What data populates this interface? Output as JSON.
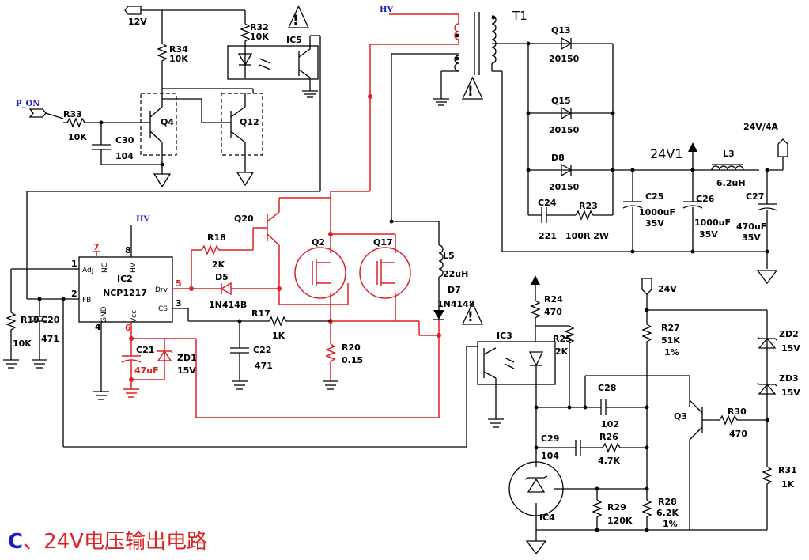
{
  "caption": {
    "letter": "C",
    "text": "、24V电压输出电路"
  },
  "labels": {
    "v12": "12V",
    "p_on": "P_ON",
    "hv_top": "HV",
    "hv_mid": "HV",
    "r32": "R32",
    "r32v": "10K",
    "ic5": "IC5",
    "r34": "R34",
    "r34v": "10K",
    "r33": "R33",
    "r33v": "10K",
    "c30": "C30",
    "c30v": "104",
    "q4": "Q4",
    "q12": "Q12",
    "t1": "T1",
    "q13": "Q13",
    "q13v": "20150",
    "q15": "Q15",
    "q15v": "20150",
    "d8": "D8",
    "d8v": "20150",
    "c24": "C24",
    "c24v": "221",
    "r23": "R23",
    "r23v": "100R 2W",
    "v24v1": "24V1",
    "l3": "L3",
    "l3v": "6.2uH",
    "v24_4a": "24V/4A",
    "c25": "C25",
    "c25v": "1000uF",
    "c25w": "35V",
    "c26": "C26",
    "c26v": "1000uF",
    "c26w": "35V",
    "c27": "C27",
    "c27v": "470uF",
    "c27w": "35V",
    "q20": "Q20",
    "r18": "R18",
    "r18v": "2K",
    "d5": "D5",
    "d5v": "1N414B",
    "q2": "Q2",
    "q17": "Q17",
    "l5": "L5",
    "l5v": "22uH",
    "d7": "D7",
    "d7v": "1N4148",
    "ic2": "IC2",
    "ic2v": "NCP1217",
    "pin1": "1",
    "pin2": "2",
    "pin3": "3",
    "pin4": "4",
    "pin5": "5",
    "pin6": "6",
    "pin7": "7",
    "pin8": "8",
    "adj": "Adj",
    "fb": "FB",
    "nc": "NC",
    "hvpin": "HV",
    "gnd": "GND",
    "vcc": "Vcc",
    "drv": "Drv",
    "cs": "CS",
    "r19": "R19",
    "r19v": "10K",
    "c20": "C20",
    "c20v": "471",
    "c21": "C21",
    "c21v": "47uF",
    "zd1": "ZD1",
    "zd1v": "15V",
    "r17": "R17",
    "r17v": "1K",
    "c22": "C22",
    "c22v": "471",
    "r20": "R20",
    "r20v": "0.15",
    "r24": "R24",
    "r24v": "470",
    "ic3": "IC3",
    "r25": "R25",
    "r25v": "2K",
    "c28": "C28",
    "c28v": "102",
    "c29": "C29",
    "c29v": "104",
    "r26": "R26",
    "r26v": "4.7K",
    "ic4": "IC4",
    "r29": "R29",
    "r29v": "120K",
    "r28": "R28",
    "r28v": "6.2K",
    "r28t": "1%",
    "v24": "24V",
    "r27": "R27",
    "r27v": "51K",
    "r27t": "1%",
    "zd2": "ZD2",
    "zd2v": "15V",
    "zd3": "ZD3",
    "zd3v": "15V",
    "q3": "Q3",
    "r30": "R30",
    "r30v": "470",
    "r31": "R31",
    "r31v": "1K",
    "warn": "!"
  }
}
